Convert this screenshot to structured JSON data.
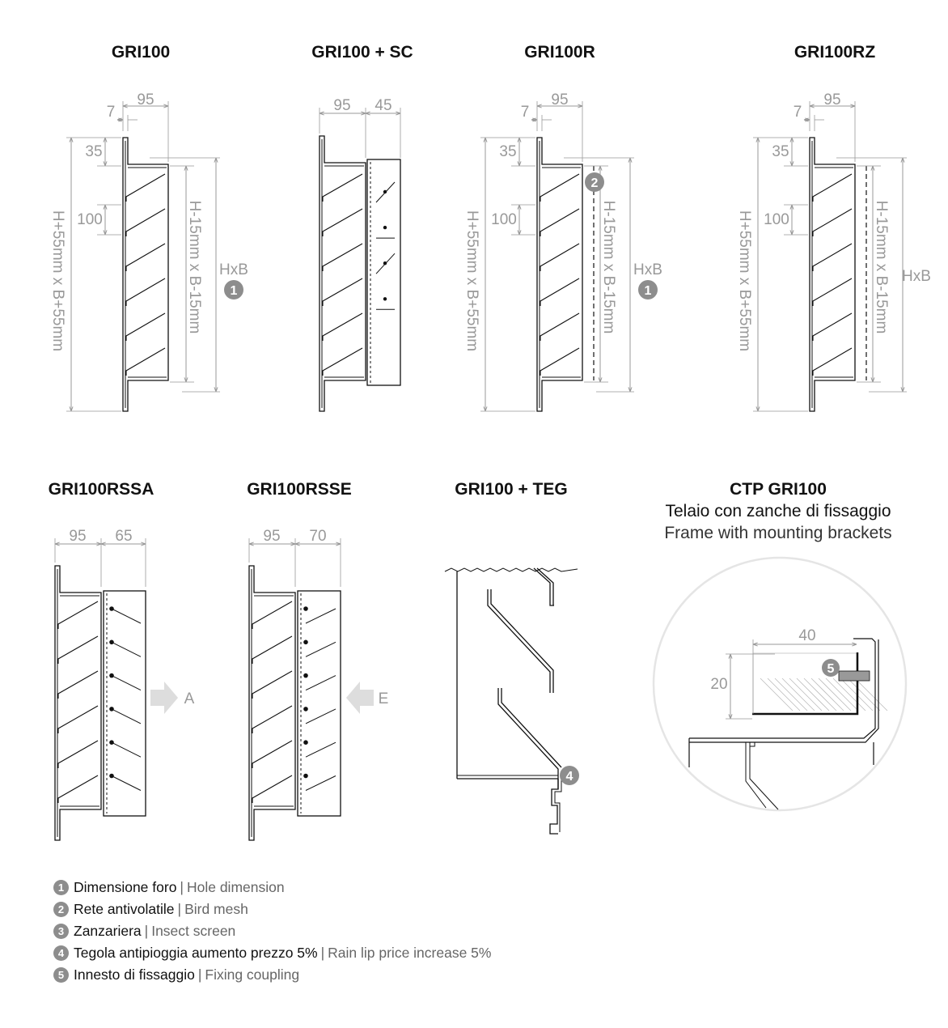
{
  "panels": [
    {
      "title": "GRI100",
      "dims": {
        "w1": "7",
        "w2": "95",
        "h1": "35",
        "h2": "100",
        "outer": "H+55mm x B+55mm",
        "inner": "H-15mm x B-15mm",
        "hole": "HxB"
      },
      "badge": "1"
    },
    {
      "title": "GRI100 + SC",
      "dims": {
        "w1": "95",
        "w2": "45"
      }
    },
    {
      "title": "GRI100R",
      "dims": {
        "w1": "7",
        "w2": "95",
        "h1": "35",
        "h2": "100",
        "outer": "H+55mm x B+55mm",
        "inner": "H-15mm x B-15mm",
        "hole": "HxB"
      },
      "badge": "1",
      "badge2": "2"
    },
    {
      "title": "GRI100RZ",
      "dims": {
        "w1": "7",
        "w2": "95",
        "h1": "35",
        "h2": "100",
        "outer": "H+55mm x B+55mm",
        "inner": "H-15mm x B-15mm",
        "hole": "HxB"
      }
    },
    {
      "title": "GRI100RSSA",
      "dims": {
        "w1": "95",
        "w2": "65"
      },
      "arrow_label": "A"
    },
    {
      "title": "GRI100RSSE",
      "dims": {
        "w1": "95",
        "w2": "70"
      },
      "arrow_label": "E"
    },
    {
      "title": "GRI100 + TEG",
      "badge": "4"
    },
    {
      "title": "CTP GRI100",
      "subtitle_it": "Telaio con zanche di fissaggio",
      "subtitle_en": "Frame with mounting brackets",
      "dims": {
        "w": "40",
        "h": "20"
      },
      "badge": "5"
    }
  ],
  "legend": [
    {
      "num": "1",
      "it": "Dimensione foro",
      "en": "Hole dimension"
    },
    {
      "num": "2",
      "it": "Rete antivolatile",
      "en": "Bird mesh"
    },
    {
      "num": "3",
      "it": "Zanzariera",
      "en": "Insect screen"
    },
    {
      "num": "4",
      "it": "Tegola antipioggia aumento prezzo 5%",
      "en": "Rain lip price increase 5%"
    },
    {
      "num": "5",
      "it": "Innesto di fissaggio",
      "en": "Fixing coupling"
    }
  ],
  "colors": {
    "line": "#111111",
    "dimension": "#999999",
    "badge": "#8d8d8d",
    "arrow": "#dddddd"
  }
}
